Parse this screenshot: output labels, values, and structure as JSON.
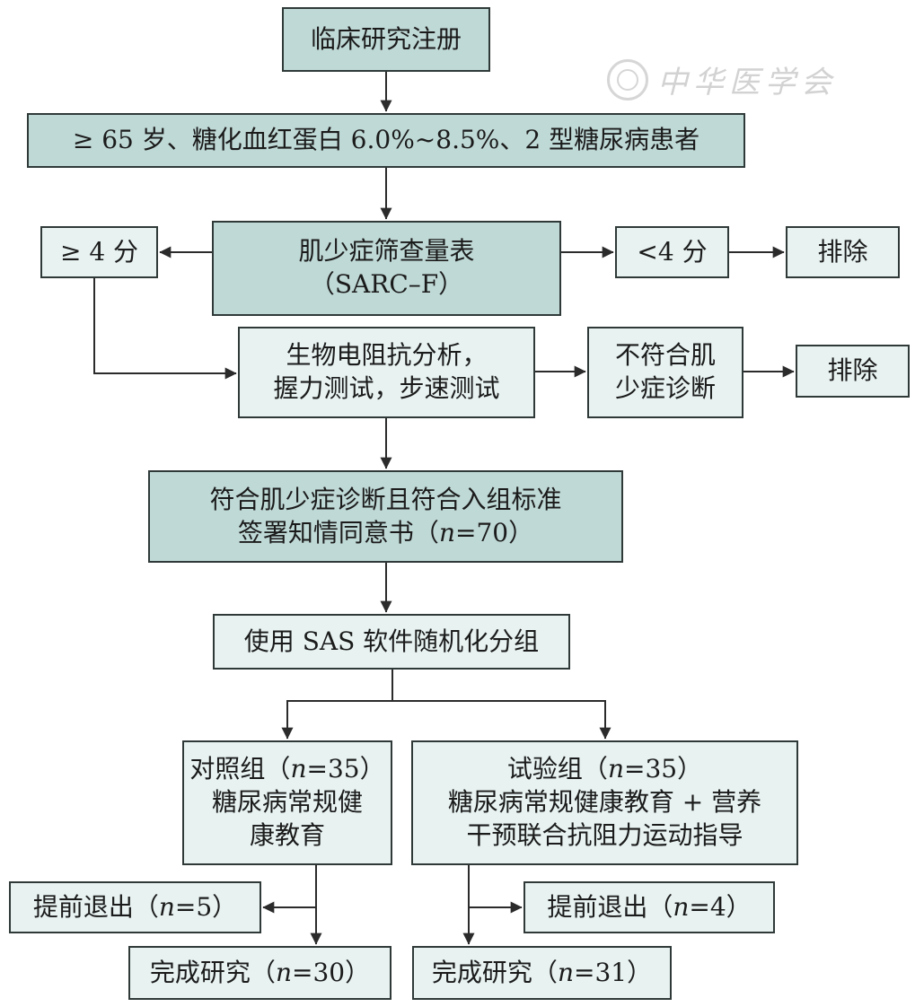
{
  "watermark": {
    "text": "中华医学会"
  },
  "nodes": {
    "registration": {
      "lines": [
        "临床研究注册"
      ]
    },
    "inclusion": {
      "lines": [
        "≥ 65 岁、糖化血红蛋白 6.0%~8.5%、2 型糖尿病患者"
      ]
    },
    "screening": {
      "lines": [
        "肌少症筛查量表",
        "（SARC–F）"
      ]
    },
    "score_high": {
      "lines": [
        "≥ 4 分"
      ]
    },
    "score_low": {
      "lines": [
        "<4 分"
      ]
    },
    "exclude_1": {
      "lines": [
        "排除"
      ]
    },
    "assessment": {
      "lines": [
        "生物电阻抗分析，",
        "握力测试，步速测试"
      ]
    },
    "not_diagnosed": {
      "lines": [
        "不符合肌",
        "少症诊断"
      ]
    },
    "exclude_2": {
      "lines": [
        "排除"
      ]
    },
    "enrolled": {
      "lines": [
        "符合肌少症诊断且符合入组标准",
        "签署知情同意书（n=70）"
      ]
    },
    "randomization": {
      "lines": [
        "使用 SAS 软件随机化分组"
      ]
    },
    "control_group": {
      "lines": [
        "对照组（n=35）",
        "糖尿病常规健",
        "康教育"
      ]
    },
    "trial_group": {
      "lines": [
        "试验组（n=35）",
        "糖尿病常规健康教育 + 营养",
        "干预联合抗阻力运动指导"
      ]
    },
    "control_withdraw": {
      "lines": [
        "提前退出（n=5）"
      ]
    },
    "trial_withdraw": {
      "lines": [
        "提前退出（n=4）"
      ]
    },
    "control_complete": {
      "lines": [
        "完成研究（n=30）"
      ]
    },
    "trial_complete": {
      "lines": [
        "完成研究（n=31）"
      ]
    }
  },
  "colors": {
    "box_dark": "#bfd9d6",
    "box_light": "#e7f2f1",
    "line": "#2b2b2b"
  }
}
